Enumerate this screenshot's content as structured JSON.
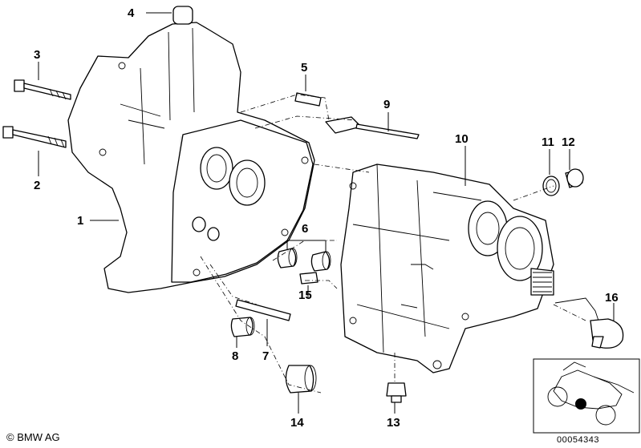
{
  "callouts": {
    "c1": "1",
    "c2": "2",
    "c3": "3",
    "c4": "4",
    "c5": "5",
    "c6": "6",
    "c7": "7",
    "c8": "8",
    "c9": "9",
    "c10": "10",
    "c11": "11",
    "c12": "12",
    "c13": "13",
    "c14": "14",
    "c15": "15",
    "c16": "16"
  },
  "footer": {
    "copyright": "© BMW AG",
    "document_number": "00054343"
  }
}
